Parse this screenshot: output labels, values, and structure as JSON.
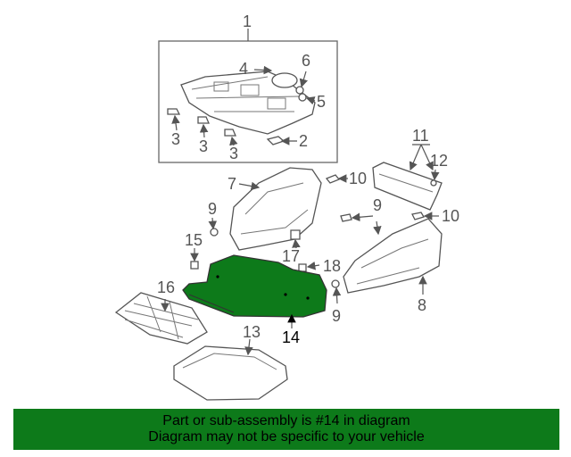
{
  "callouts": {
    "c1": "1",
    "c2": "2",
    "c3a": "3",
    "c3b": "3",
    "c3c": "3",
    "c4": "4",
    "c5": "5",
    "c6": "6",
    "c7": "7",
    "c8": "8",
    "c9a": "9",
    "c9b": "9",
    "c9c": "9",
    "c10a": "10",
    "c10b": "10",
    "c11": "11",
    "c12": "12",
    "c13": "13",
    "c14": "14",
    "c15": "15",
    "c16": "16",
    "c17": "17",
    "c18": "18"
  },
  "highlight_color": "#0d7a1a",
  "banner": {
    "line1": "Part or sub-assembly is #14 in diagram",
    "line2": "Diagram may not be specific to your vehicle"
  }
}
